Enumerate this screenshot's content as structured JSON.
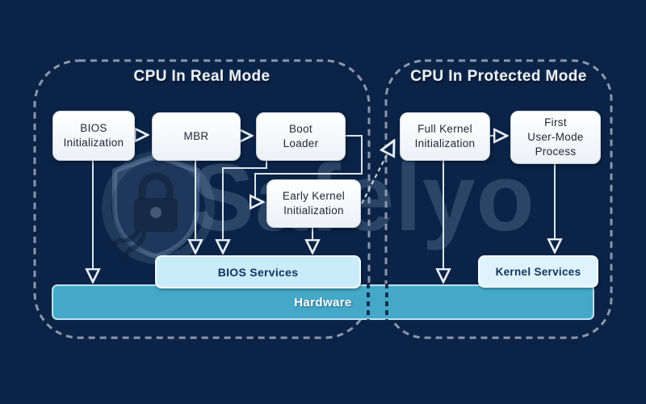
{
  "watermark": {
    "text": "Safelyo",
    "logo": "shield-lock-circuit"
  },
  "regions": [
    {
      "id": "real-mode",
      "title": "CPU In Real Mode"
    },
    {
      "id": "protected-mode",
      "title": "CPU In Protected Mode"
    }
  ],
  "boxes": {
    "bios_init": "BIOS\nInitialization",
    "mbr": "MBR",
    "boot_loader": "Boot\nLoader",
    "early_kernel": "Early Kernel\nInitialization",
    "full_kernel": "Full Kernel\nInitialization",
    "first_user": "First\nUser-Mode\nProcess",
    "bios_services": "BIOS Services",
    "kernel_services": "Kernel Services",
    "hardware": "Hardware"
  },
  "connections": [
    {
      "from": "BIOS Initialization",
      "to": "MBR",
      "style": "solid"
    },
    {
      "from": "MBR",
      "to": "Boot Loader",
      "style": "solid"
    },
    {
      "from": "MBR",
      "to": "BIOS Services",
      "style": "solid"
    },
    {
      "from": "Boot Loader",
      "to": "BIOS Services",
      "style": "solid"
    },
    {
      "from": "Boot Loader",
      "to": "Early Kernel Initialization",
      "style": "solid"
    },
    {
      "from": "Early Kernel Initialization",
      "to": "BIOS Services",
      "style": "solid"
    },
    {
      "from": "Early Kernel Initialization",
      "to": "Full Kernel Initialization",
      "style": "dashed"
    },
    {
      "from": "BIOS Initialization",
      "to": "Hardware",
      "style": "solid"
    },
    {
      "from": "Full Kernel Initialization",
      "to": "Hardware",
      "style": "solid"
    },
    {
      "from": "Full Kernel Initialization",
      "to": "First User-Mode Process",
      "style": "solid"
    },
    {
      "from": "First User-Mode Process",
      "to": "Kernel Services",
      "style": "solid"
    }
  ],
  "colors": {
    "background": "#0b2346",
    "region_dash": "#8b97ab",
    "node_fill": "#f5f8fc",
    "bios_services_fill": "#c9ecfb",
    "kernel_services_fill": "#def3fd",
    "hardware_fill": "#44a9c8",
    "arrow": "#dce4ee",
    "watermark": "#96b2d2"
  }
}
